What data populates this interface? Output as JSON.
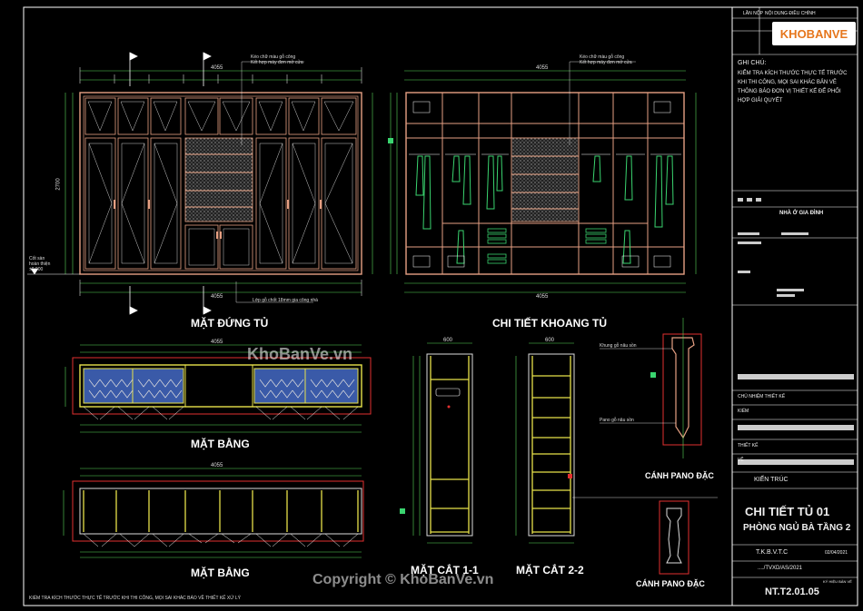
{
  "drawing": {
    "views": {
      "elevation": "MẶT ĐỨNG TỦ",
      "detail": "CHI TIẾT KHOANG TỦ",
      "plan1": "MẶT BẰNG",
      "plan2": "MẶT BẰNG",
      "section1": "MẶT CẮT 1-1",
      "section2": "MẶT CẮT 2-2",
      "pano1": "CÁNH PANO ĐẶC",
      "pano2": "CÁNH PANO ĐẶC"
    },
    "dims": {
      "total_width": "4055",
      "height": "2700",
      "plan_depth": "600"
    },
    "annotations": {
      "elev_top_note_1": "Kéo chữ màu gỗ công",
      "elev_top_note_2": "Kết hợp máy đơn mở cửa",
      "elev_bottom_note": "Lớp gỗ chốt 18mm gia công nhà",
      "level_note": "Cốt sàn\nhoàn thiện\n±0.000",
      "sect_note_1": "Khung gỗ nâu sồn",
      "sect_note_2": "Pano gỗ nâu sồn",
      "footer_note": "KIỂM TRA KÍCH THƯỚC THỰC TẾ TRƯỚC KHI THI CÔNG, MỌI SAI KHÁC BÁO VỀ THIẾT KẾ XỬ LÝ"
    },
    "watermarks": {
      "center": "KhoBanVe.vn",
      "bottom": "Copyright © KhoBanVe.vn"
    }
  },
  "title_block": {
    "logo": "KHOBANVE",
    "rev_header_1": "LẦN NỘP",
    "rev_header_2": "NỘI DUNG ĐIỀU CHỈNH",
    "notes_title": "GHI CHÚ:",
    "notes_body": "KIỂM TRA KÍCH THƯỚC THỰC TẾ TRƯỚC KHI THI CÔNG, MỌI SAI KHÁC BẢN VẼ THÔNG BÁO ĐƠN VỊ THIẾT KẾ ĐỂ PHỐI HỢP GIẢI QUYẾT",
    "project": "NHÀ Ở GIA ĐÌNH",
    "role_1": "CHỦ NHIỆM THIẾT KẾ",
    "role_2": "KIỂM",
    "role_3": "THIẾT KẾ",
    "role_4": "VẼ",
    "discipline": "KIẾN TRÚC",
    "drawing_title_1": "CHI TIẾT TỦ 01",
    "drawing_title_2": "PHÒNG NGỦ BÀ TẦNG 2",
    "phase": "T.K.B.V.T.C",
    "date": "02/04/2021",
    "doc_no": "..../TVXD/AS/2021",
    "sign_label": "KÝ HIỆU BẢN VẼ",
    "sheet_no": "NT.T2.01.05"
  },
  "colors": {
    "frame": "#ffffff",
    "furniture": "#e6a083",
    "dimension": "#5ad75a",
    "hatch": "#c8c8c8",
    "section_yellow": "#e8e24a",
    "cut_red": "#e23030",
    "cloth": "#3ad46f",
    "blue_fill": "#3a5aa8"
  }
}
